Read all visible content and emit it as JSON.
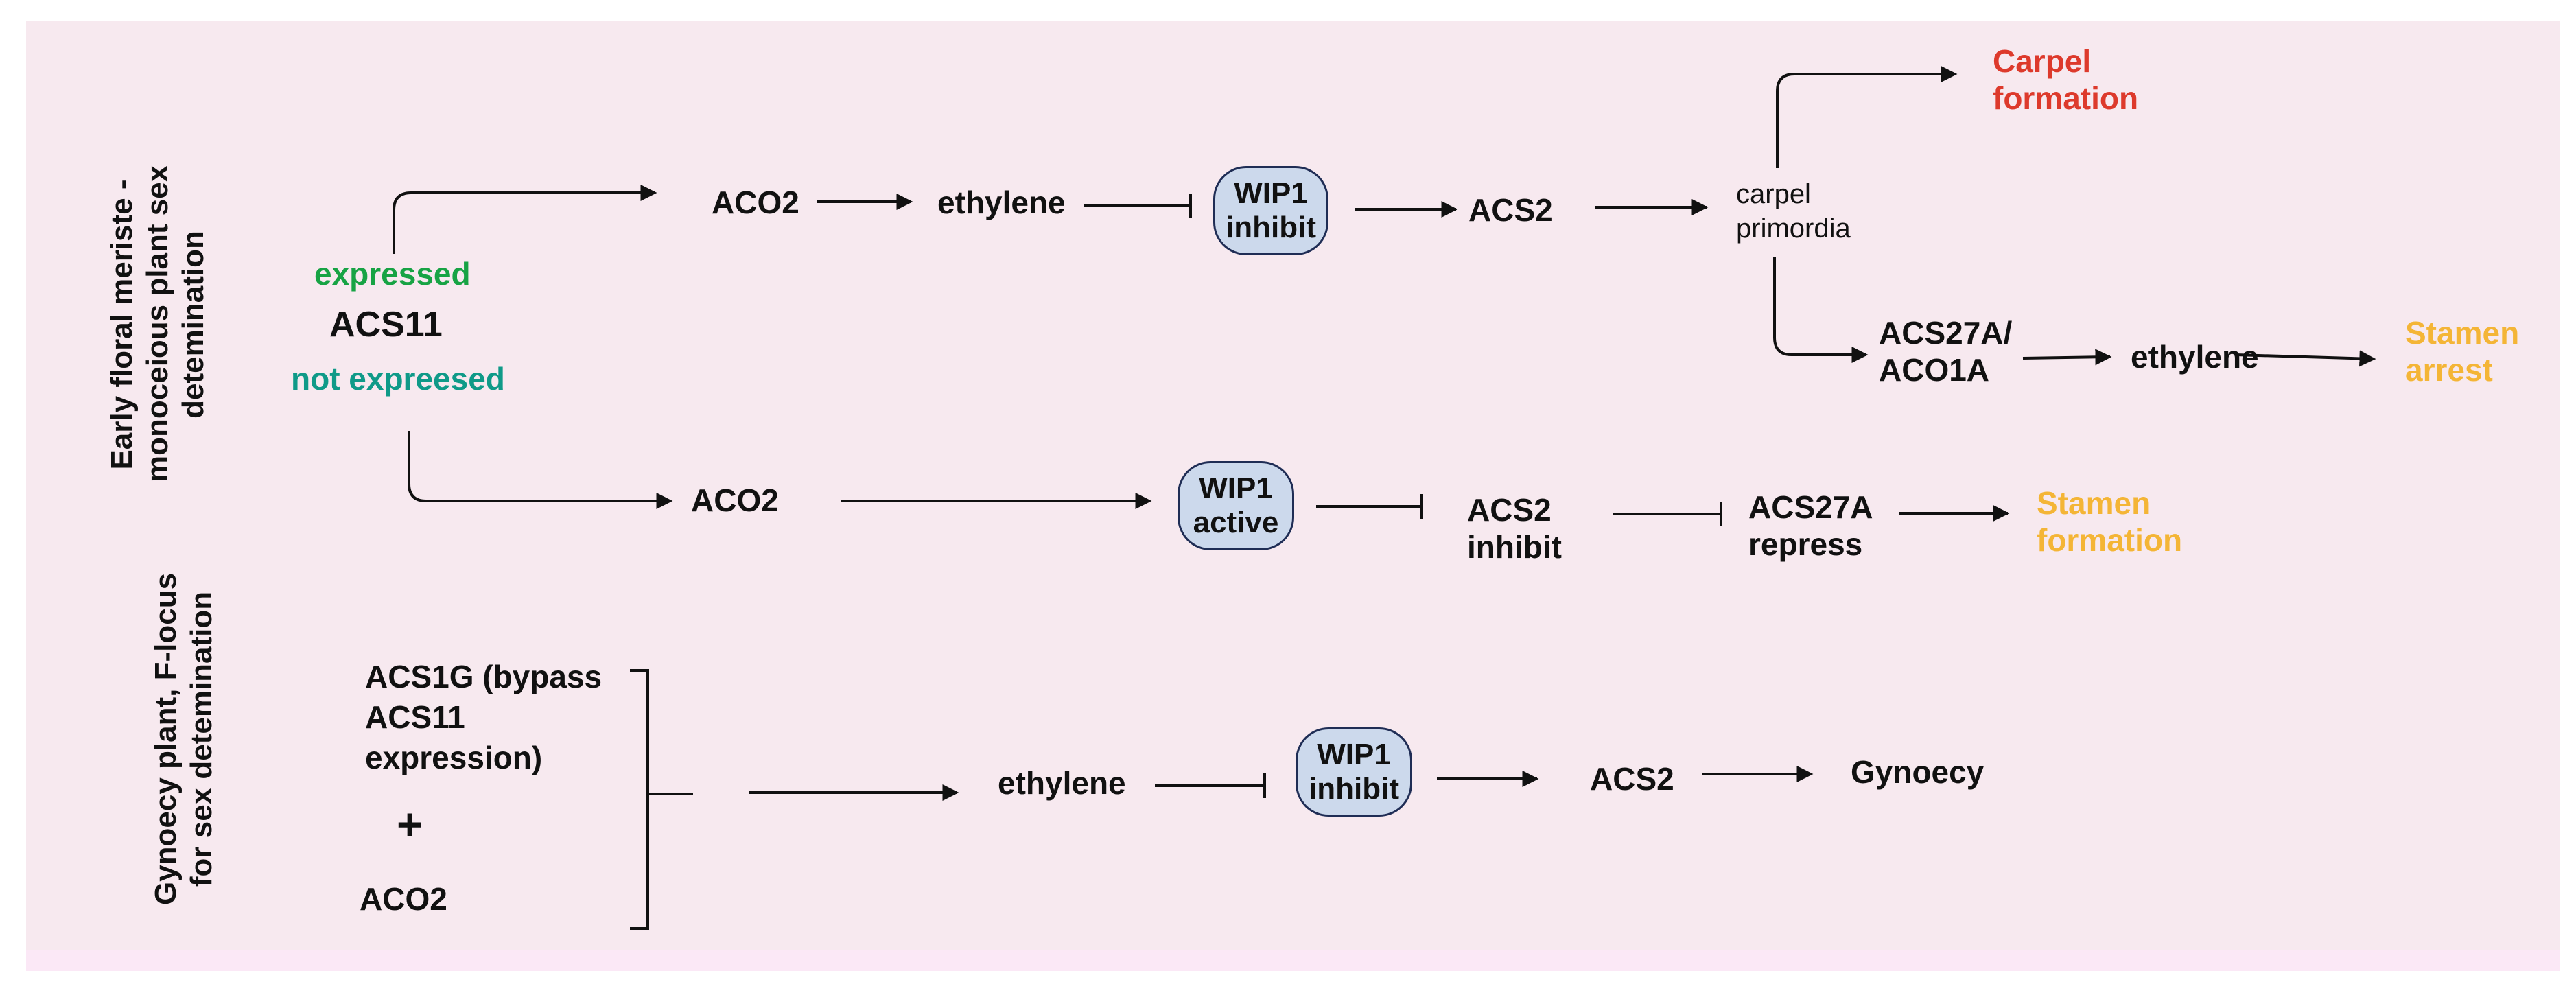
{
  "side_labels": {
    "top": [
      "Early floral meriste -",
      "monoceious plant sex",
      "detemination"
    ],
    "bottom": [
      "Gynoecy plant, F-locus",
      "for sex detemination"
    ]
  },
  "nodes": {
    "expressed": "expressed",
    "acs11": "ACS11",
    "not_expressed": "not expreesed",
    "aco2_top": "ACO2",
    "ethylene_top": "ethylene",
    "wip1_top": [
      "WIP1",
      "inhibit"
    ],
    "acs2_top": "ACS2",
    "carpel_primordia": [
      "carpel",
      "primordia"
    ],
    "carpel_formation": [
      "Carpel",
      "formation"
    ],
    "acs27a_aco1a": [
      "ACS27A/",
      "ACO1A"
    ],
    "ethylene_mid": "ethylene",
    "stamen_arrest": [
      "Stamen",
      "arrest"
    ],
    "aco2_mid": "ACO2",
    "wip1_mid": [
      "WIP1",
      "active"
    ],
    "acs2_mid": [
      "ACS2",
      "inhibit"
    ],
    "acs27a_mid": [
      "ACS27A",
      "repress"
    ],
    "stamen_formation": [
      "Stamen",
      "formation"
    ],
    "acs1g": [
      "ACS1G (bypass",
      "ACS11",
      "expression)"
    ],
    "plus": "+",
    "aco2_bottom": "ACO2",
    "ethylene_bottom": "ethylene",
    "wip1_bottom": [
      "WIP1",
      "inhibit"
    ],
    "acs2_bottom": "ACS2",
    "gynoecy": "Gynoecy"
  },
  "colors": {
    "panel": "#f7e9ef",
    "green": "#17a344",
    "teal": "#0f9a88",
    "red": "#dd3a2c",
    "orange": "#f4b536",
    "pill_fill": "#ccd9ec",
    "pill_border": "#1f2d55"
  }
}
